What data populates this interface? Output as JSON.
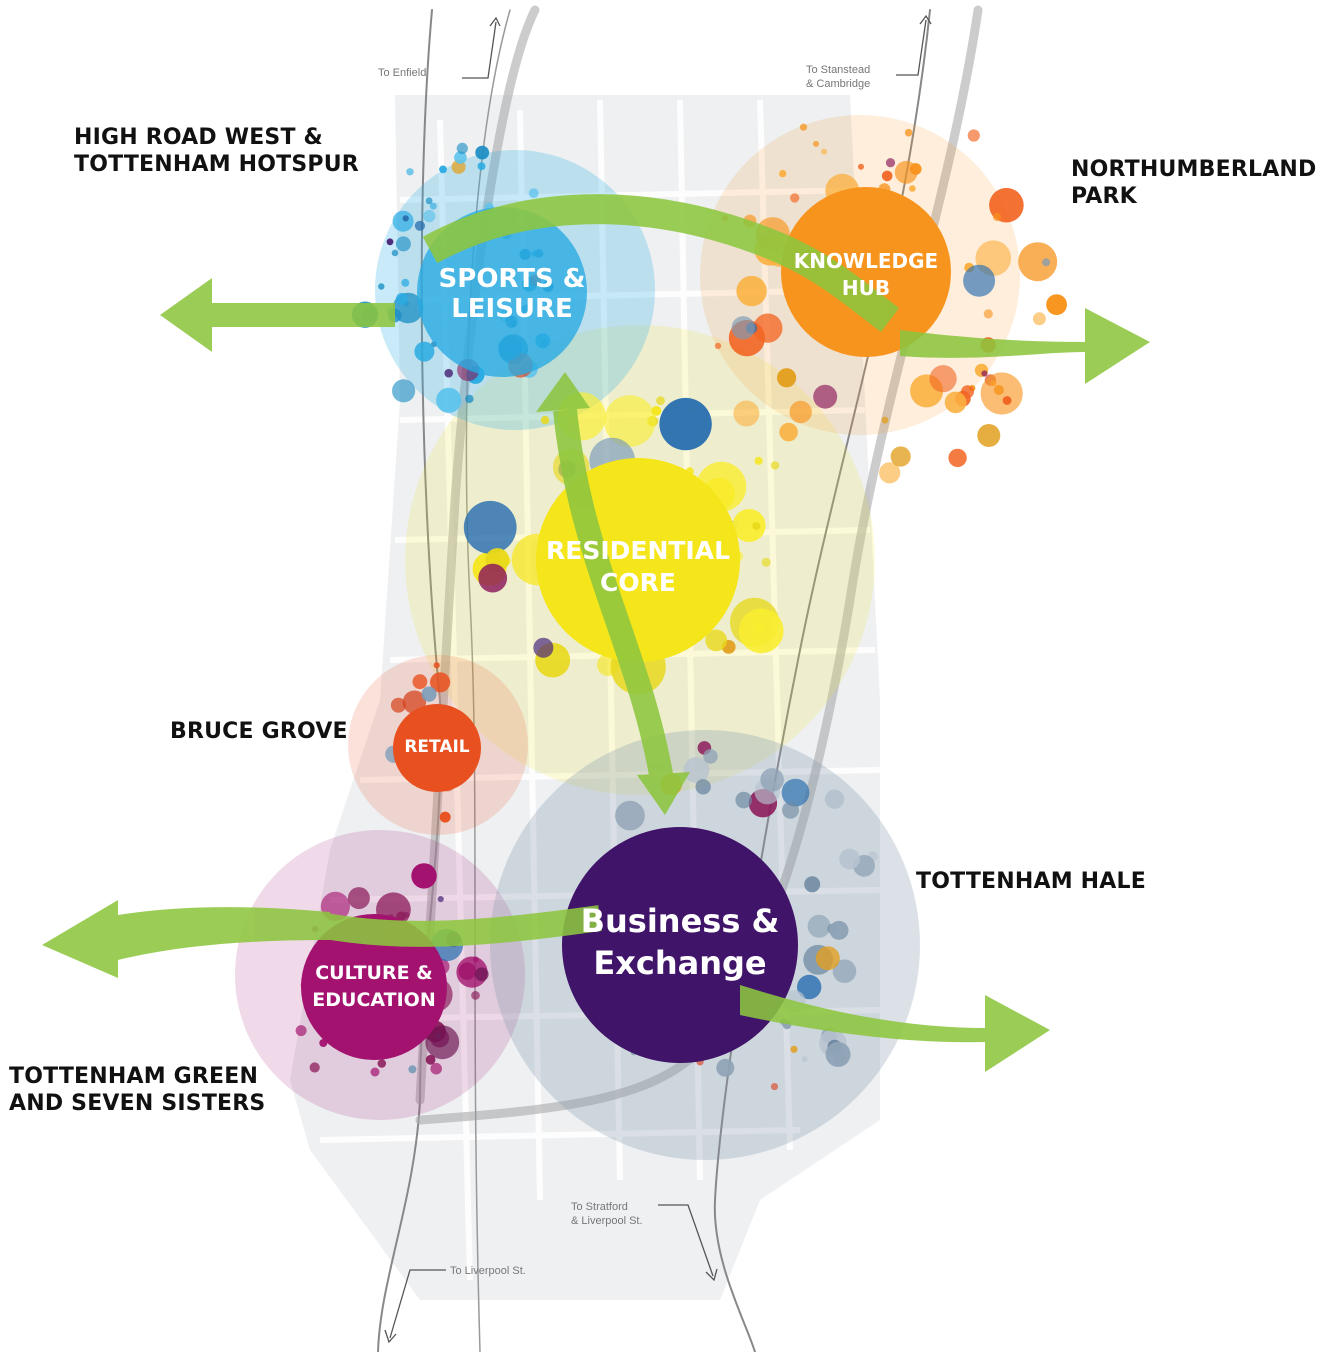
{
  "area_labels": {
    "high_road_west": "HIGH ROAD WEST &\nTOTTENHAM HOTSPUR",
    "northumberland_park": "NORTHUMBERLAND\nPARK",
    "bruce_grove": "BRUCE GROVE",
    "tottenham_hale": "TOTTENHAM HALE",
    "tottenham_green": "TOTTENHAM GREEN\nAND SEVEN SISTERS"
  },
  "hubs": {
    "sports": "SPORTS &\nLEISURE",
    "knowledge": "KNOWLEDGE\nHUB",
    "residential": "RESIDENTIAL\nCORE",
    "retail": "RETAIL",
    "culture": "CULTURE &\nEDUCATION",
    "business": "Business &\nExchange"
  },
  "destinations": {
    "enfield": "To Enfield",
    "stansted": "To Stanstead\n& Cambridge",
    "stratford": "To Stratford\n& Liverpool St.",
    "liverpool": "To Liverpool St."
  },
  "colors": {
    "sports": "#29abe2",
    "knowledge": "#f7941d",
    "residential": "#f5e51b",
    "retail": "#e8501f",
    "culture": "#a3126f",
    "business": "#3f1469",
    "arrow": "#8dc63f"
  }
}
